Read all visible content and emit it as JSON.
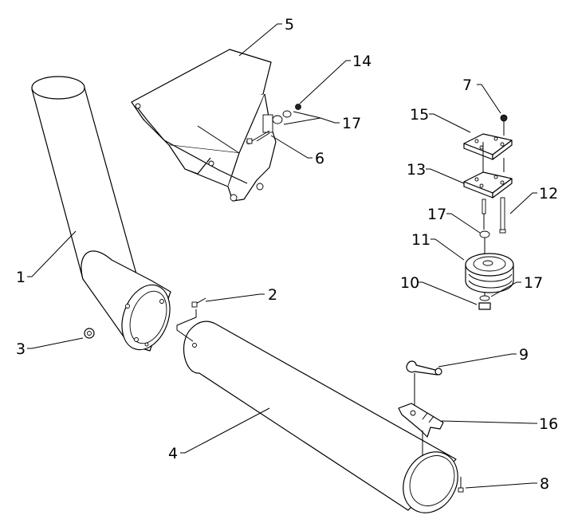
{
  "diagram": {
    "callouts": [
      "1",
      "2",
      "3",
      "4",
      "5",
      "6",
      "7",
      "8",
      "9",
      "10",
      "11",
      "12",
      "13",
      "14",
      "15",
      "16",
      "17"
    ],
    "callout_17_repeat": "17"
  }
}
